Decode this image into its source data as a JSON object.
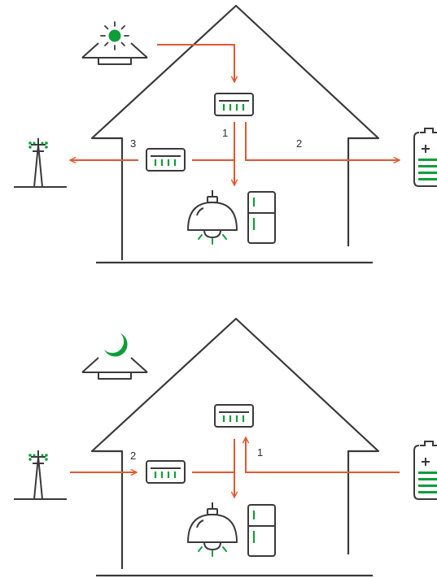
{
  "colors": {
    "outline": "#3a3a3a",
    "flow": "#e4572e",
    "accent": "#0f9d3a",
    "background": "#ffffff"
  },
  "day_scene": {
    "icons": [
      "sun-icon",
      "solar-panel-icon",
      "inverter-icon",
      "meter-icon",
      "power-pylon-icon",
      "battery-icon",
      "lamp-icon",
      "fridge-icon"
    ],
    "flow_labels": {
      "to_home": "1",
      "to_battery": "2",
      "to_grid": "3"
    }
  },
  "night_scene": {
    "icons": [
      "moon-icon",
      "solar-panel-icon",
      "inverter-icon",
      "meter-icon",
      "power-pylon-icon",
      "battery-icon",
      "lamp-icon",
      "fridge-icon"
    ],
    "flow_labels": {
      "from_battery": "1",
      "from_grid": "2"
    }
  }
}
